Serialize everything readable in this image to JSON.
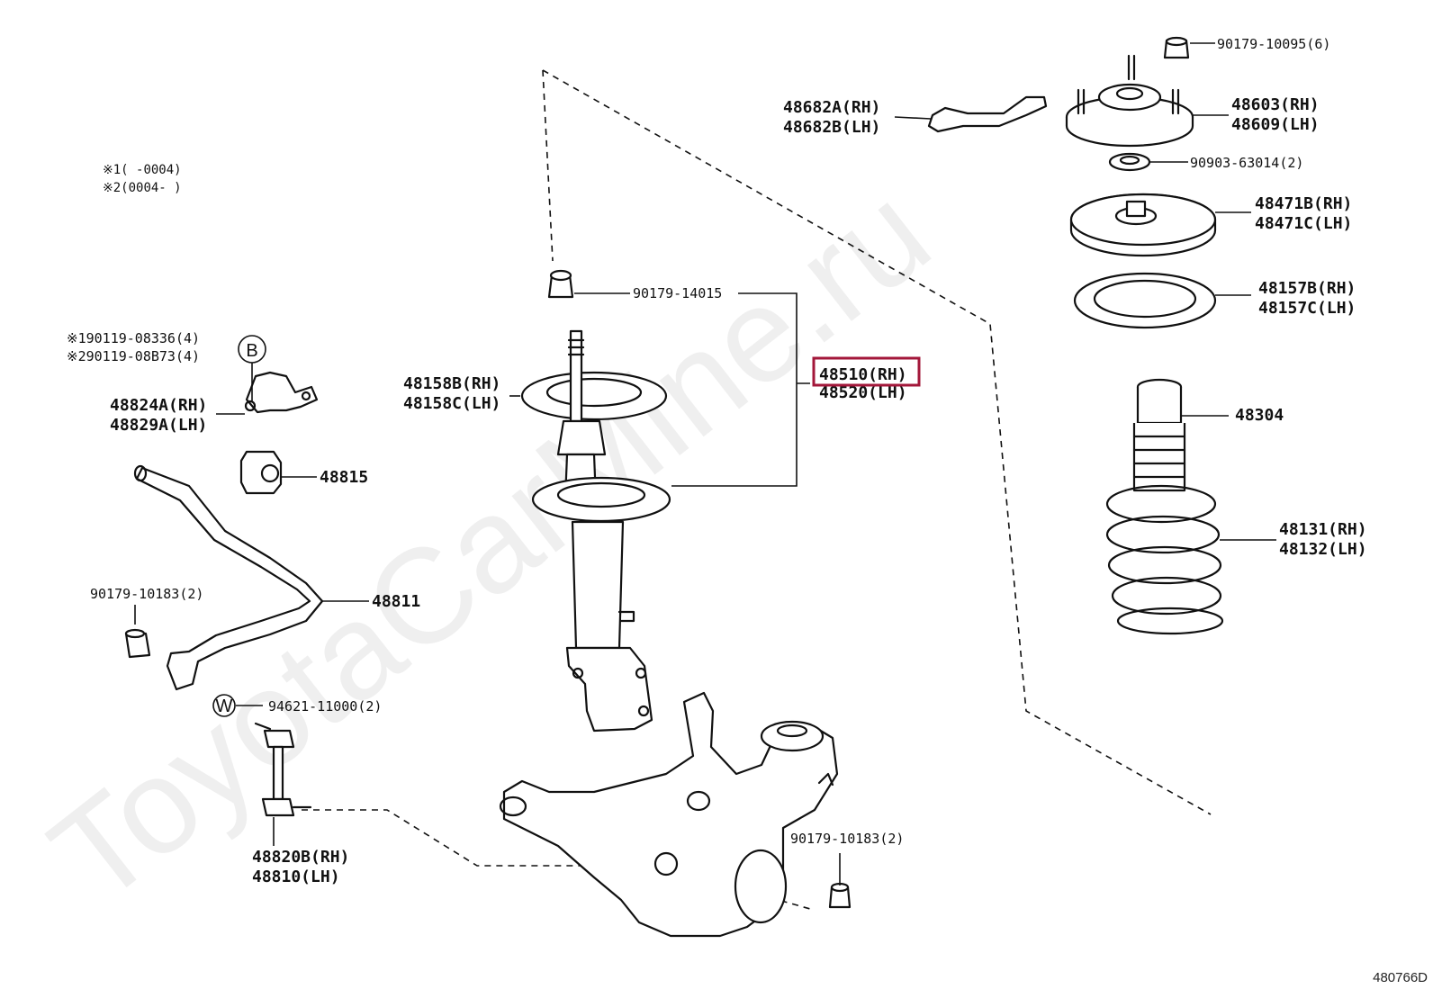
{
  "watermark": "ToyotaCarMine.ru",
  "diagram_id": "480766D",
  "notes": {
    "line1": "※1(    -0004)",
    "line2": "※2(0004-    )"
  },
  "labels": {
    "p90179_10095": "90179-10095(6)",
    "p48682a": "48682A(RH)",
    "p48682b": "48682B(LH)",
    "p48603": "48603(RH)",
    "p48609": "48609(LH)",
    "p90903": "90903-63014(2)",
    "p48471b": "48471B(RH)",
    "p48471c": "48471C(LH)",
    "p48157b": "48157B(RH)",
    "p48157c": "48157C(LH)",
    "p90179_14015": "90179-14015",
    "p48510": "48510(RH)",
    "p48520": "48520(LH)",
    "p48158b": "48158B(RH)",
    "p48158c": "48158C(LH)",
    "p48304": "48304",
    "p48131": "48131(RH)",
    "p48132": "48132(LH)",
    "p90119_1": "※190119-08336(4)",
    "p90119_2": "※290119-08B73(4)",
    "p48824a": "48824A(RH)",
    "p48829a": "48829A(LH)",
    "p48815": "48815",
    "p48811": "48811",
    "p90179_10183a": "90179-10183(2)",
    "p94621": "94621-11000(2)",
    "p48820b": "48820B(RH)",
    "p48810": "48810(LH)",
    "p90179_10183b": "90179-10183(2)"
  },
  "callouts": {
    "b": "B",
    "w": "W"
  },
  "highlight_color": "#a3173a"
}
